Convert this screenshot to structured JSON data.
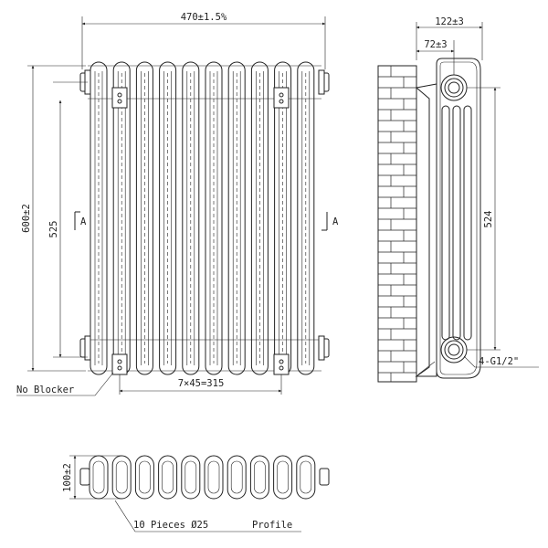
{
  "dimensions": {
    "overall_width": "470±1.5%",
    "overall_height": "600±2",
    "center_height": "525",
    "column_pitch": "7×45=315",
    "depth": "122±3",
    "wall_offset": "72±3",
    "side_center_height": "524",
    "plan_depth": "100±2"
  },
  "labels": {
    "section_marker": "A",
    "no_blocker": "No Blocker",
    "thread": "4-G1/2\"",
    "pieces": "10 Pieces Ø25",
    "profile": "Profile"
  },
  "counts": {
    "columns": 10
  }
}
